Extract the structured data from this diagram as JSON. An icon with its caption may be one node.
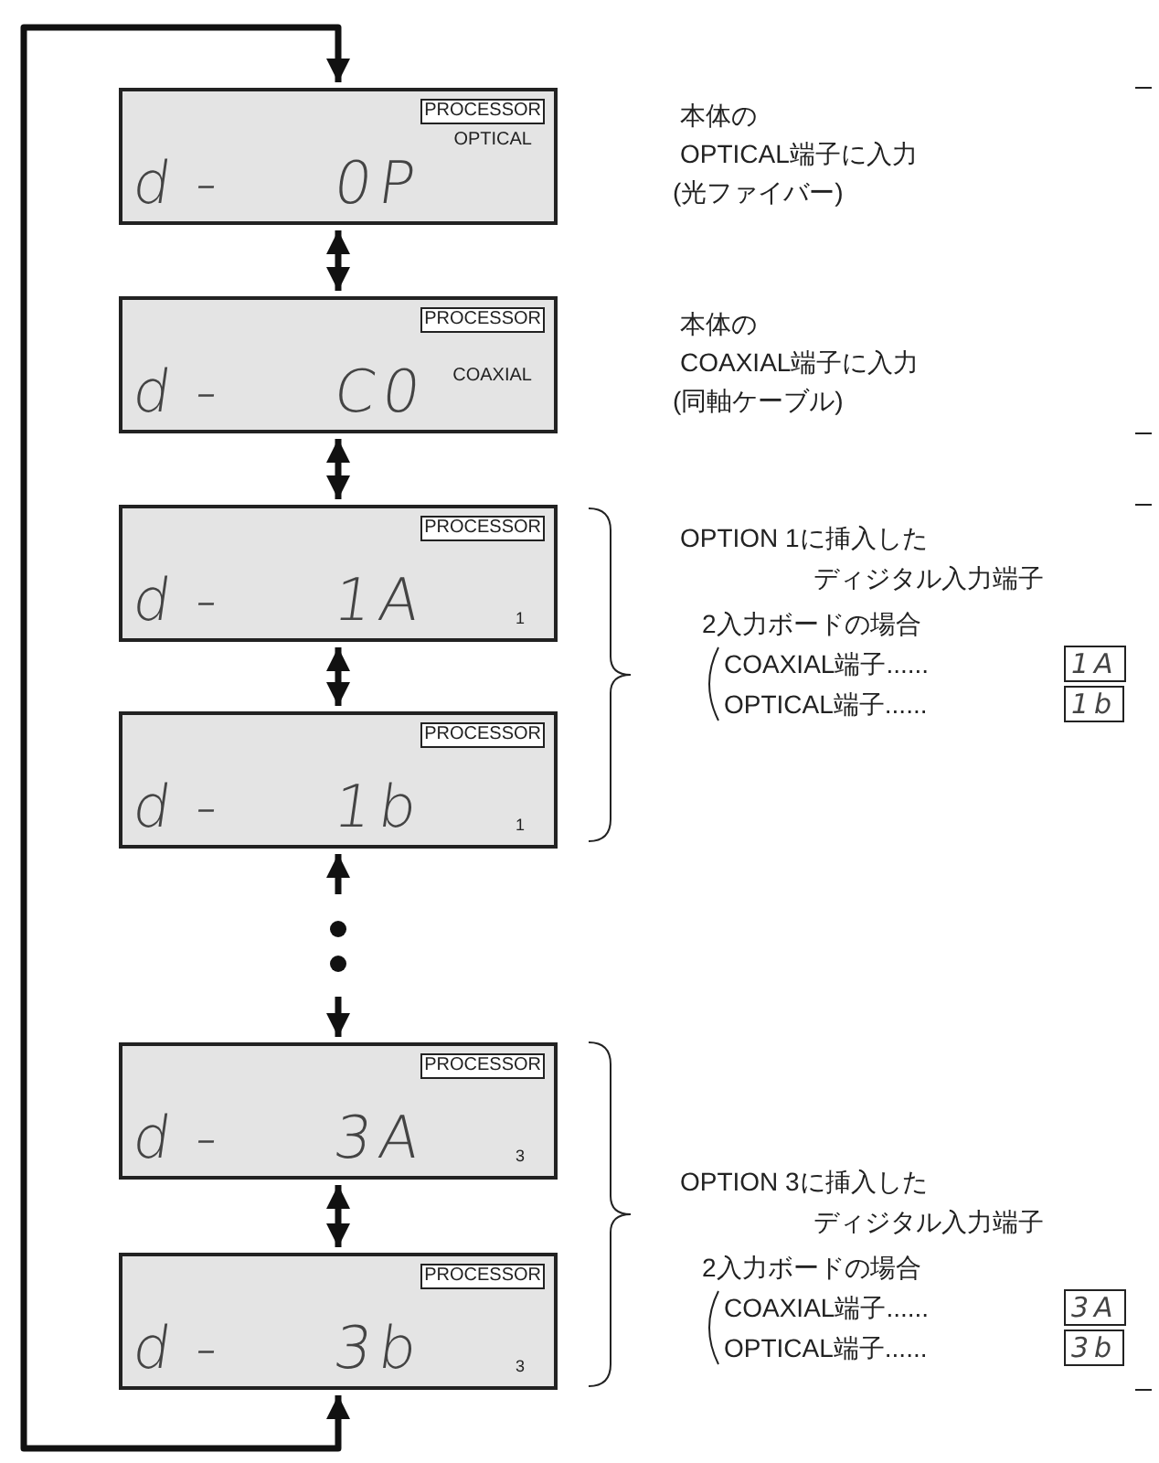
{
  "diagram": {
    "nodes": [
      {
        "text": [
          "PROCESSOR",
          "OPTICAL",
          "d-",
          "0P"
        ]
      },
      {
        "text": [
          "PROCESSOR",
          "d-",
          "C0",
          "COAXIAL"
        ]
      },
      {
        "text": [
          "PROCESSOR",
          "d-",
          "1A",
          "1"
        ]
      },
      {
        "text": [
          "PROCESSOR",
          "d-",
          "1b",
          "1"
        ]
      },
      {
        "text": [
          "PROCESSOR",
          "d-",
          "3A",
          "3"
        ]
      },
      {
        "text": [
          "PROCESSOR",
          "d-",
          "3b",
          "3"
        ]
      }
    ],
    "edges": [
      {
        "from": 0,
        "to": 1,
        "arrow": "both"
      },
      {
        "from": 1,
        "to": 2,
        "arrow": "both"
      },
      {
        "from": 2,
        "to": 3,
        "arrow": "both"
      },
      {
        "from": 3,
        "to": 4,
        "arrow": "both",
        "style": "dashed"
      },
      {
        "from": 4,
        "to": 5,
        "arrow": "both"
      },
      {
        "from": 5,
        "to": 0,
        "arrow": "both"
      }
    ],
    "labels": [
      "本体の",
      "OPTICAL端子に入力",
      "(光ファイバー)",
      "本体の",
      "COAXIAL端子に入力",
      "(同軸ケーブル)",
      "OPTION 1に挿入した",
      "ディジタル入力端子",
      "2入力ボードの場合",
      "COAXIAL端子......",
      "1A",
      "OPTICAL端子......",
      "1b",
      "OPTION 3に挿入した",
      "ディジタル入力端子",
      "2入力ボードの場合",
      "COAXIAL端子......",
      "3A",
      "OPTICAL端子......",
      "3b"
    ]
  }
}
